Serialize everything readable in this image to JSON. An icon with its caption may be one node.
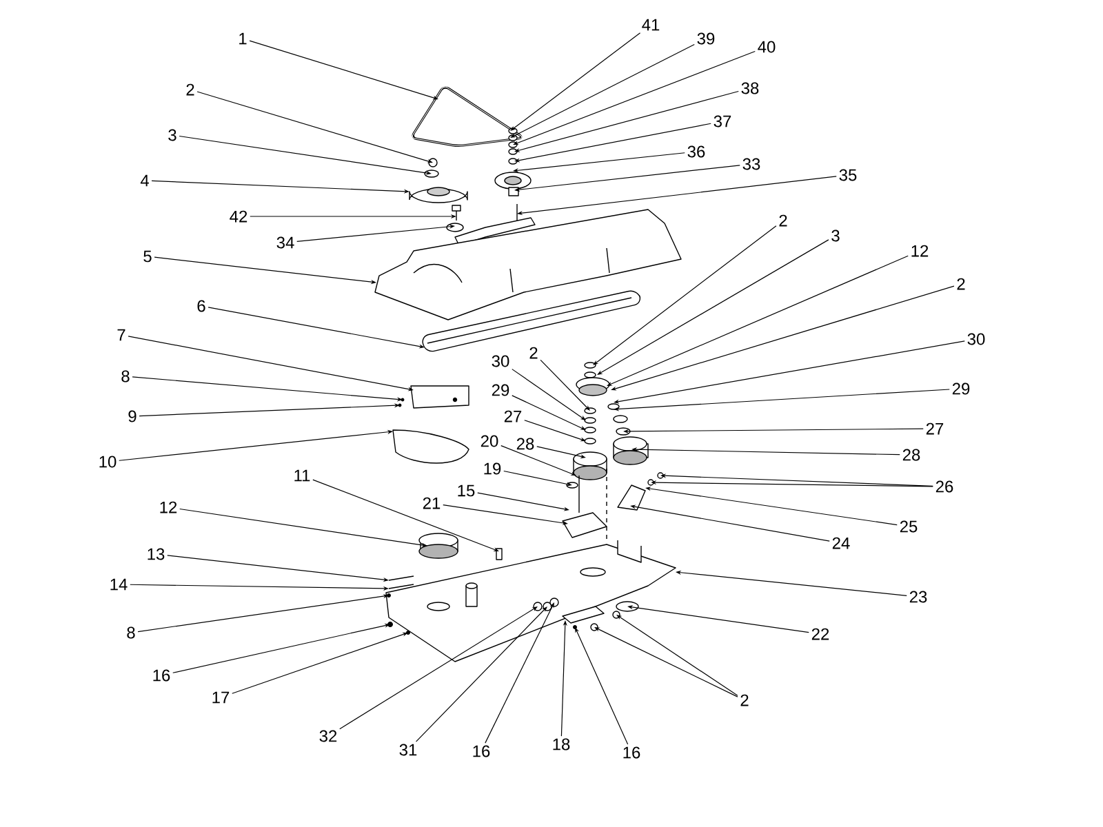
{
  "diagram": {
    "nodes": [
      {
        "text": [
          "1"
        ]
      },
      {
        "text": [
          "41"
        ]
      },
      {
        "text": [
          "39"
        ]
      },
      {
        "text": [
          "40"
        ]
      },
      {
        "text": [
          "2"
        ]
      },
      {
        "text": [
          "38"
        ]
      },
      {
        "text": [
          "37"
        ]
      },
      {
        "text": [
          "3"
        ]
      },
      {
        "text": [
          "36"
        ]
      },
      {
        "text": [
          "33"
        ]
      },
      {
        "text": [
          "35"
        ]
      },
      {
        "text": [
          "4"
        ]
      },
      {
        "text": [
          "42"
        ]
      },
      {
        "text": [
          "2"
        ]
      },
      {
        "text": [
          "3"
        ]
      },
      {
        "text": [
          "34"
        ]
      },
      {
        "text": [
          "12"
        ]
      },
      {
        "text": [
          "5"
        ]
      },
      {
        "text": [
          "2"
        ]
      },
      {
        "text": [
          "6"
        ]
      },
      {
        "text": [
          "7"
        ]
      },
      {
        "text": [
          "30"
        ]
      },
      {
        "text": [
          "2"
        ]
      },
      {
        "text": [
          "30"
        ]
      },
      {
        "text": [
          "8"
        ]
      },
      {
        "text": [
          "29"
        ]
      },
      {
        "text": [
          "29"
        ]
      },
      {
        "text": [
          "9"
        ]
      },
      {
        "text": [
          "27"
        ]
      },
      {
        "text": [
          "27"
        ]
      },
      {
        "text": [
          "20"
        ]
      },
      {
        "text": [
          "28"
        ]
      },
      {
        "text": [
          "28"
        ]
      },
      {
        "text": [
          "10"
        ]
      },
      {
        "text": [
          "19"
        ]
      },
      {
        "text": [
          "11"
        ]
      },
      {
        "text": [
          "26"
        ]
      },
      {
        "text": [
          "15"
        ]
      },
      {
        "text": [
          "21"
        ]
      },
      {
        "text": [
          "12"
        ]
      },
      {
        "text": [
          "25"
        ]
      },
      {
        "text": [
          "24"
        ]
      },
      {
        "text": [
          "13"
        ]
      },
      {
        "text": [
          "14"
        ]
      },
      {
        "text": [
          "23"
        ]
      },
      {
        "text": [
          "8"
        ]
      },
      {
        "text": [
          "22"
        ]
      },
      {
        "text": [
          "16"
        ]
      },
      {
        "text": [
          "17"
        ]
      },
      {
        "text": [
          "2"
        ]
      },
      {
        "text": [
          "32"
        ]
      },
      {
        "text": [
          "18"
        ]
      },
      {
        "text": [
          "31"
        ]
      },
      {
        "text": [
          "16"
        ]
      },
      {
        "text": [
          "16"
        ]
      }
    ],
    "edges": [
      {
        "from": 0,
        "to": null,
        "arrow": "to"
      },
      {
        "from": 1,
        "to": null,
        "arrow": "to"
      },
      {
        "from": 2,
        "to": null,
        "arrow": "to"
      },
      {
        "from": 3,
        "to": null,
        "arrow": "to"
      },
      {
        "from": 4,
        "to": null,
        "arrow": "to"
      },
      {
        "from": 5,
        "to": null,
        "arrow": "to"
      },
      {
        "from": 6,
        "to": null,
        "arrow": "to"
      },
      {
        "from": 7,
        "to": null,
        "arrow": "to"
      },
      {
        "from": 8,
        "to": null,
        "arrow": "to"
      },
      {
        "from": 9,
        "to": null,
        "arrow": "to"
      },
      {
        "from": 10,
        "to": null,
        "arrow": "to"
      },
      {
        "from": 11,
        "to": null,
        "arrow": "to"
      },
      {
        "from": 12,
        "to": null,
        "arrow": "to"
      },
      {
        "from": 13,
        "to": null,
        "arrow": "to"
      },
      {
        "from": 14,
        "to": null,
        "arrow": "to"
      },
      {
        "from": 15,
        "to": null,
        "arrow": "to"
      },
      {
        "from": 16,
        "to": null,
        "arrow": "to"
      },
      {
        "from": 17,
        "to": null,
        "arrow": "to"
      },
      {
        "from": 18,
        "to": null,
        "arrow": "to"
      },
      {
        "from": 19,
        "to": null,
        "arrow": "to"
      },
      {
        "from": 20,
        "to": null,
        "arrow": "to"
      },
      {
        "from": 21,
        "to": null,
        "arrow": "to"
      },
      {
        "from": 22,
        "to": null,
        "arrow": "to"
      },
      {
        "from": 23,
        "to": null,
        "arrow": "to"
      },
      {
        "from": 24,
        "to": null,
        "arrow": "to"
      },
      {
        "from": 25,
        "to": null,
        "arrow": "to"
      },
      {
        "from": 26,
        "to": null,
        "arrow": "to"
      },
      {
        "from": 27,
        "to": null,
        "arrow": "to"
      },
      {
        "from": 28,
        "to": null,
        "arrow": "to"
      },
      {
        "from": 29,
        "to": null,
        "arrow": "to"
      },
      {
        "from": 30,
        "to": null,
        "arrow": "to"
      },
      {
        "from": 31,
        "to": null,
        "arrow": "to"
      },
      {
        "from": 32,
        "to": null,
        "arrow": "to"
      },
      {
        "from": 33,
        "to": null,
        "arrow": "to"
      },
      {
        "from": 34,
        "to": null,
        "arrow": "to"
      },
      {
        "from": 35,
        "to": null,
        "arrow": "to"
      },
      {
        "from": 36,
        "to": null,
        "arrow": "to"
      },
      {
        "from": 37,
        "to": null,
        "arrow": "to"
      },
      {
        "from": 38,
        "to": null,
        "arrow": "to"
      },
      {
        "from": 39,
        "to": null,
        "arrow": "to"
      },
      {
        "from": 40,
        "to": null,
        "arrow": "to"
      },
      {
        "from": 41,
        "to": null,
        "arrow": "to"
      },
      {
        "from": 42,
        "to": null,
        "arrow": "to"
      },
      {
        "from": 43,
        "to": null,
        "arrow": "to"
      },
      {
        "from": 44,
        "to": null,
        "arrow": "to"
      },
      {
        "from": 45,
        "to": null,
        "arrow": "to"
      },
      {
        "from": 46,
        "to": null,
        "arrow": "to"
      },
      {
        "from": 47,
        "to": null,
        "arrow": "to"
      },
      {
        "from": 48,
        "to": null,
        "arrow": "to"
      },
      {
        "from": 49,
        "to": null,
        "arrow": "to"
      },
      {
        "from": 50,
        "to": null,
        "arrow": "to"
      },
      {
        "from": 51,
        "to": null,
        "arrow": "to"
      },
      {
        "from": 52,
        "to": null,
        "arrow": "to"
      },
      {
        "from": 53,
        "to": null,
        "arrow": "to"
      },
      {
        "from": 54,
        "to": null,
        "arrow": "to"
      },
      {
        "from": 36,
        "to": null,
        "arrow": "to"
      },
      {
        "from": 49,
        "to": null,
        "arrow": "to"
      }
    ]
  }
}
